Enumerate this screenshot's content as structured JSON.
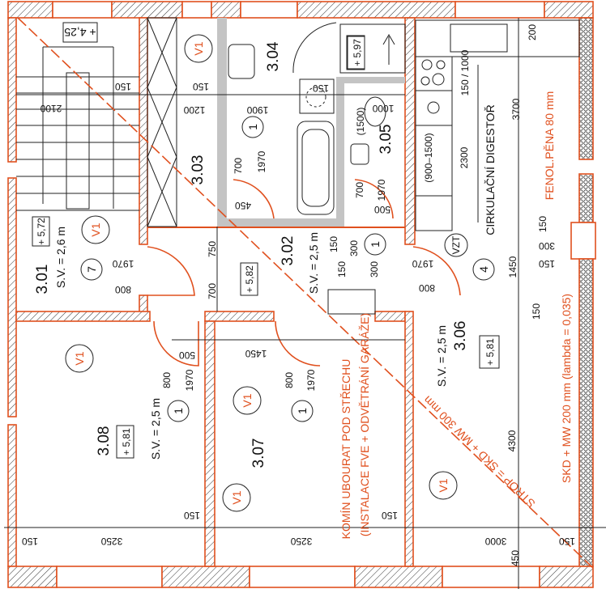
{
  "title": "Floor plan – 3rd floor",
  "colors": {
    "accent": "#e0501e",
    "line": "#222222",
    "partition": "#c4c4c4"
  },
  "rooms": {
    "r301": {
      "number": "3.01",
      "level": "+ 5,72",
      "height": "S.V. = 2,6 m"
    },
    "r302": {
      "number": "3.02",
      "level": "+ 5,82",
      "height": "S.V. = 2,5 m"
    },
    "r303": {
      "number": "3.03"
    },
    "r304": {
      "number": "3.04"
    },
    "r305": {
      "number": "3.05",
      "level": "+ 5,97"
    },
    "r306": {
      "number": "3.06",
      "level": "+ 5,81",
      "height": "S.V. = 2,5 m"
    },
    "r307": {
      "number": "3.07"
    },
    "r308": {
      "number": "3.08",
      "level": "+ 5,81",
      "height": "S.V. = 2,5 m"
    }
  },
  "stair_level": "+ 4,25",
  "tags": {
    "v1": "V1",
    "vzt": "VZT",
    "door1": "1",
    "door4": "4",
    "door7": "7"
  },
  "dimensions": {
    "d2100": "2100",
    "d150": "150",
    "d1200": "1200",
    "d1900": "1900",
    "d700": "700",
    "d1970": "1970",
    "d450": "450",
    "d800": "800",
    "d750": "750",
    "d300": "300",
    "d1000": "1000",
    "d1500p": "(1500)",
    "d500": "500",
    "d200": "200",
    "d150_1000": "150 / 1000",
    "d3700": "3700",
    "d900_1500": "(900–1500)",
    "d2300": "2300",
    "d1450": "1450",
    "d4300": "4300",
    "d3000": "3000",
    "d3250": "3250"
  },
  "notes": {
    "hood": "CIRKULAČNÍ DIGESTOŘ",
    "fenol": "FENOL.PĚNA 80 mm",
    "skd": "SKD + MW 200 mm (lambda = 0,035)",
    "strop": "STROP = SKD + MW 300 mm",
    "komin": "KOMÍN UBOURAT POD STŘECHU",
    "instalace": "(INSTALACE FVE + ODVĚTRÁNÍ GARÁŽE)"
  }
}
